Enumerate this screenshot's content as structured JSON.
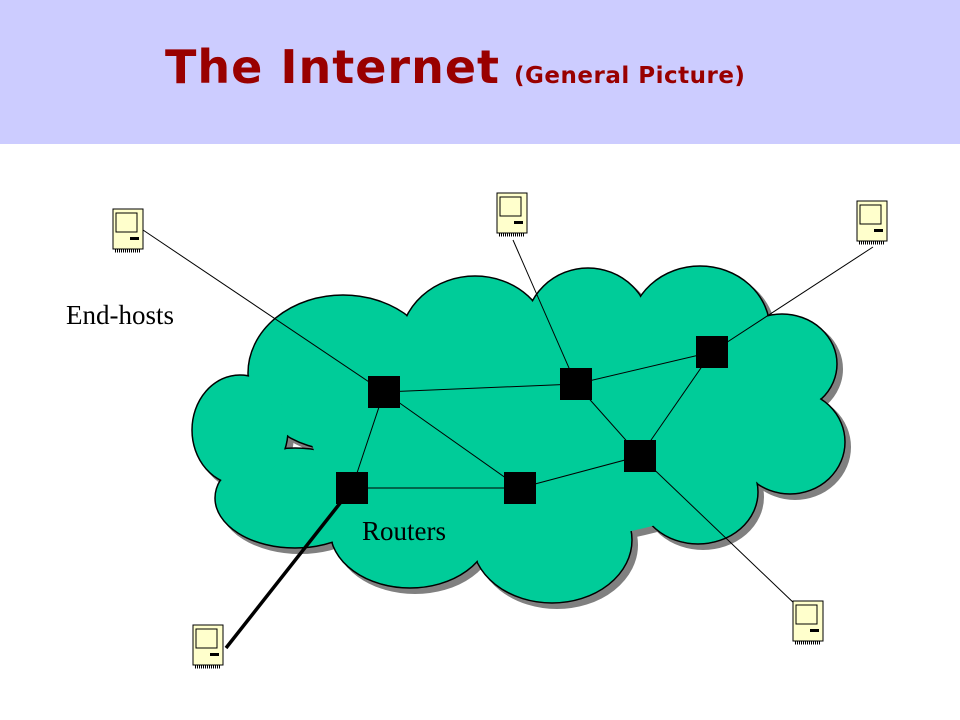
{
  "title": {
    "main": "The Internet",
    "sub": "(General Picture)"
  },
  "labels": {
    "end_hosts": "End-hosts",
    "routers": "Routers"
  },
  "colors": {
    "header_bg": "#ccccff",
    "title": "#990000",
    "cloud_fill": "#00cc99",
    "host_body": "#ffffcc",
    "router": "#000000"
  },
  "icons": {
    "host": "computer-icon",
    "router": "router-square-icon"
  }
}
